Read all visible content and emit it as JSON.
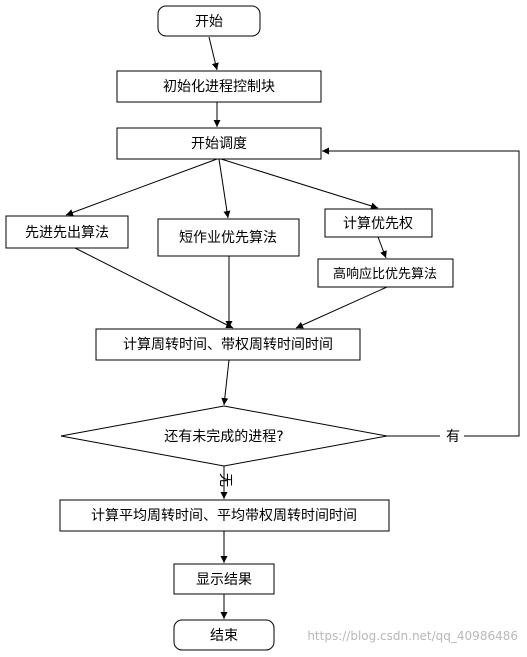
{
  "nodes": {
    "start": "开始",
    "init": "初始化进程控制块",
    "begin_schedule": "开始调度",
    "fcfs": "先进先出算法",
    "sjf": "短作业优先算法",
    "compute_priority": "计算优先权",
    "hrrn": "高响应比优先算法",
    "compute_times": "计算周转时间、带权周转时间时间",
    "decision": "还有未完成的进程?",
    "compute_avg": "计算平均周转时间、平均带权周转时间时间",
    "show_result": "显示结果",
    "end": "结束"
  },
  "edges": {
    "yes": "有",
    "no": "无"
  },
  "watermark": "https://blog.csdn.net/qq_40986486"
}
